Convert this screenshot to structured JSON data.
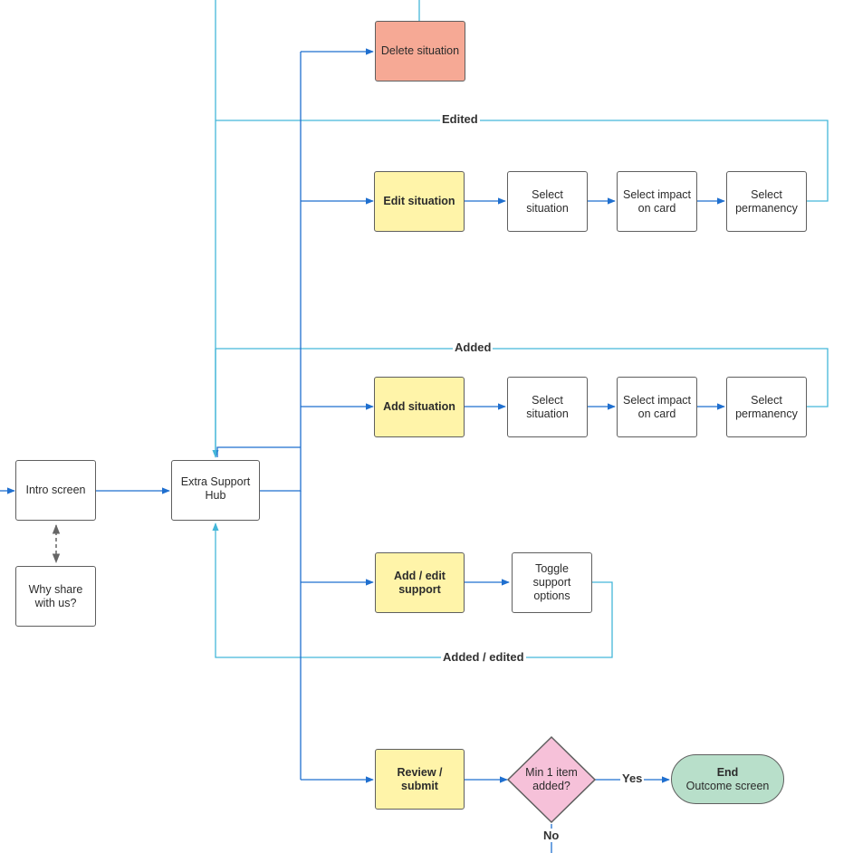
{
  "nodes": {
    "delete_situation": "Delete situation",
    "edit_situation": "Edit situation",
    "edit_select_situation": "Select\nsituation",
    "edit_select_impact": "Select impact\non card",
    "edit_select_permanency": "Select\npermanency",
    "add_situation": "Add situation",
    "add_select_situation": "Select\nsituation",
    "add_select_impact": "Select impact\non card",
    "add_select_permanency": "Select\npermanency",
    "intro_screen": "Intro screen",
    "extra_support_hub": "Extra Support\nHub",
    "why_share": "Why share\nwith us?",
    "add_edit_support": "Add / edit\nsupport",
    "toggle_support": "Toggle\nsupport\noptions",
    "review_submit": "Review /\nsubmit",
    "min_one_item": "Min 1 item\nadded?",
    "end_title": "End",
    "end_subtitle": "Outcome screen"
  },
  "edge_labels": {
    "edited": "Edited",
    "added": "Added",
    "added_edited": "Added / edited",
    "yes": "Yes",
    "no": "No"
  },
  "colors": {
    "primary_arrow": "#1f6fcf",
    "return_arrow": "#44b6d9",
    "dashed_arrow": "#666666",
    "yellow_fill": "#fff4a9",
    "salmon_fill": "#f6a995",
    "pink_fill": "#f6c1d9",
    "green_fill": "#b8dfca"
  }
}
